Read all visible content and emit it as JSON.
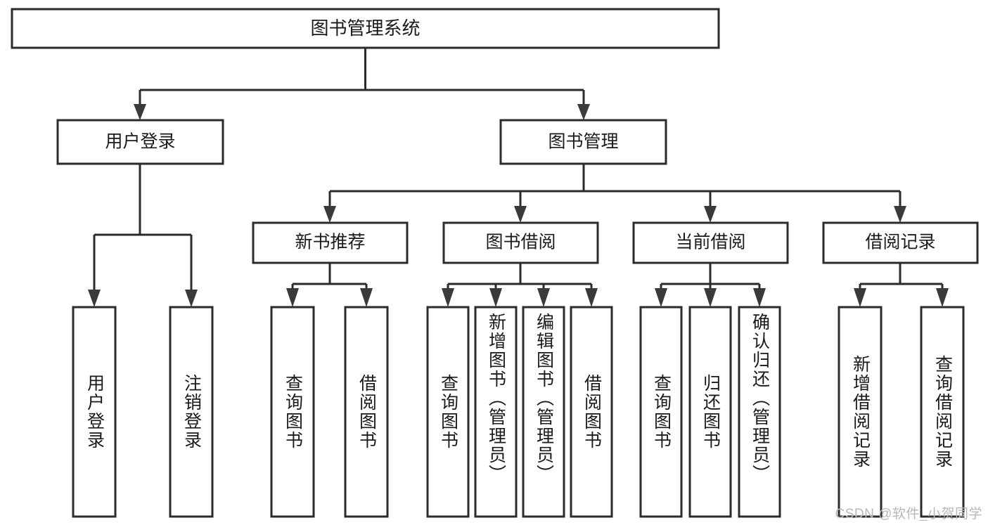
{
  "diagram": {
    "type": "tree-hierarchy",
    "title": "图书管理系统",
    "watermark": "CSDN @软件_小贺同学",
    "root": {
      "id": "root",
      "label": "图书管理系统"
    },
    "level2": [
      {
        "id": "user-login",
        "label": "用户登录"
      },
      {
        "id": "book-manage",
        "label": "图书管理"
      }
    ],
    "level3": [
      {
        "id": "new-book-rec",
        "label": "新书推荐",
        "parent": "book-manage"
      },
      {
        "id": "book-borrow",
        "label": "图书借阅",
        "parent": "book-manage"
      },
      {
        "id": "current-borrow",
        "label": "当前借阅",
        "parent": "book-manage"
      },
      {
        "id": "borrow-record",
        "label": "借阅记录",
        "parent": "book-manage"
      }
    ],
    "leaves": [
      {
        "id": "leaf-user-login",
        "label": "用户登录",
        "parent": "user-login"
      },
      {
        "id": "leaf-logout",
        "label": "注销登录",
        "parent": "user-login"
      },
      {
        "id": "leaf-query-book-1",
        "label": "查询图书",
        "parent": "new-book-rec"
      },
      {
        "id": "leaf-borrow-book-1",
        "label": "借阅图书",
        "parent": "new-book-rec"
      },
      {
        "id": "leaf-query-book-2",
        "label": "查询图书",
        "parent": "book-borrow"
      },
      {
        "id": "leaf-add-book",
        "label": "新增图书（管理员）",
        "parent": "book-borrow"
      },
      {
        "id": "leaf-edit-book",
        "label": "编辑图书（管理员）",
        "parent": "book-borrow"
      },
      {
        "id": "leaf-borrow-book-2",
        "label": "借阅图书",
        "parent": "book-borrow"
      },
      {
        "id": "leaf-query-book-3",
        "label": "查询图书",
        "parent": "current-borrow"
      },
      {
        "id": "leaf-return-book",
        "label": "归还图书",
        "parent": "current-borrow"
      },
      {
        "id": "leaf-confirm-return",
        "label": "确认归还（管理员）",
        "parent": "current-borrow"
      },
      {
        "id": "leaf-add-record",
        "label": "新增借阅记录",
        "parent": "borrow-record"
      },
      {
        "id": "leaf-query-record",
        "label": "查询借阅记录",
        "parent": "borrow-record"
      }
    ],
    "colors": {
      "background": "#ffffff",
      "node_fill": "#ffffff",
      "node_stroke": "#2b2b2b",
      "text": "#1a1a1a",
      "watermark": "#b8b8b8"
    }
  }
}
